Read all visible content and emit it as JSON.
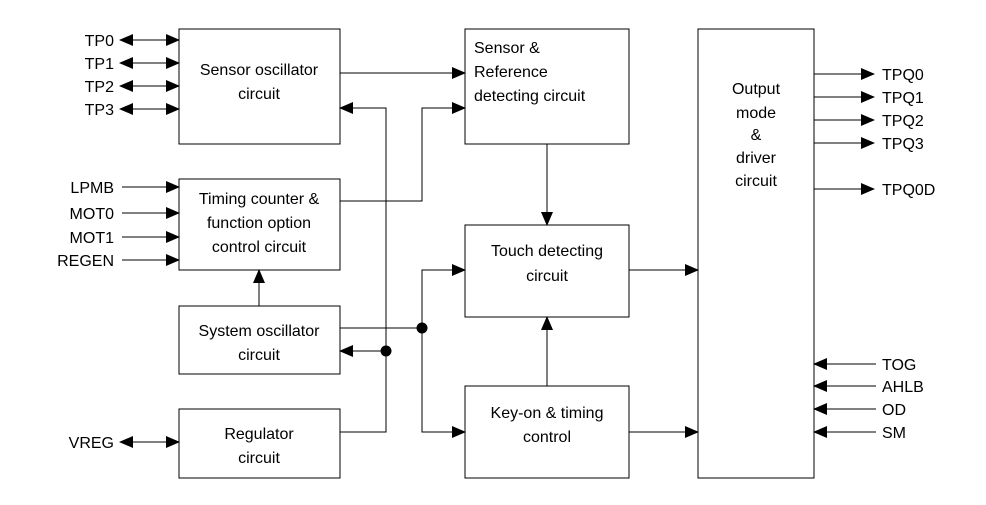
{
  "blocks": {
    "sensor_osc": [
      "Sensor oscillator",
      "circuit"
    ],
    "sensor_ref": [
      "Sensor &",
      "Reference",
      "detecting circuit"
    ],
    "timing_counter": [
      "Timing counter &",
      "function option",
      "control circuit"
    ],
    "system_osc": [
      "System oscillator",
      "circuit"
    ],
    "regulator": [
      "Regulator",
      "circuit"
    ],
    "touch_detect": [
      "Touch detecting",
      "circuit"
    ],
    "keyon": [
      "Key-on & timing",
      "control"
    ],
    "output": [
      "Output",
      "mode",
      "&",
      "driver",
      "circuit"
    ]
  },
  "pins": {
    "tp0": "TP0",
    "tp1": "TP1",
    "tp2": "TP2",
    "tp3": "TP3",
    "lpmb": "LPMB",
    "mot0": "MOT0",
    "mot1": "MOT1",
    "regen": "REGEN",
    "vreg": "VREG",
    "tpq0": "TPQ0",
    "tpq1": "TPQ1",
    "tpq2": "TPQ2",
    "tpq3": "TPQ3",
    "tpq0d": "TPQ0D",
    "tog": "TOG",
    "ahlb": "AHLB",
    "od": "OD",
    "sm": "SM"
  }
}
